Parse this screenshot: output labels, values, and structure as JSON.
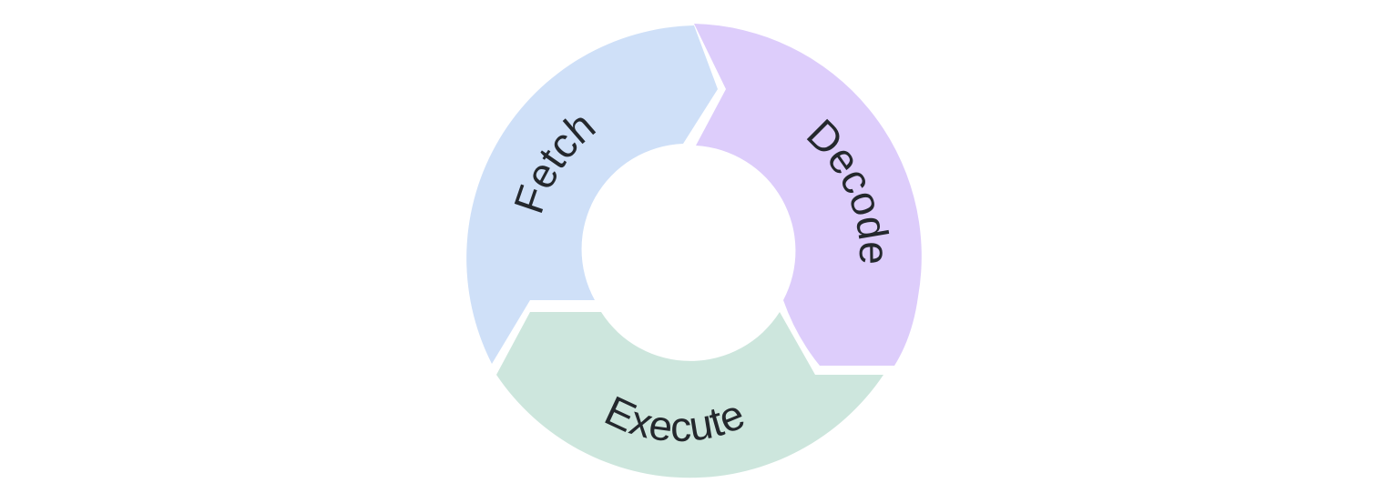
{
  "diagram": {
    "stages": [
      {
        "label": "Fetch",
        "color": "#cfe0f8"
      },
      {
        "label": "Decode",
        "color": "#ddcdfb"
      },
      {
        "label": "Execute",
        "color": "#cde6dd"
      }
    ],
    "background_color": "#ffffff",
    "text_color": "#24282d"
  }
}
